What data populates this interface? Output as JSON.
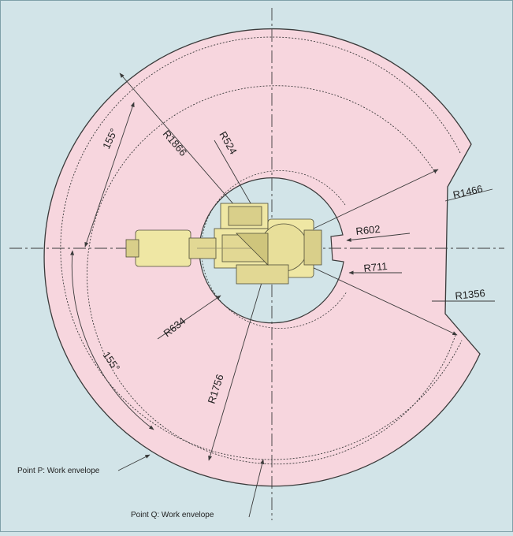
{
  "colors": {
    "background": "#d2e4e8",
    "envelope_fill": "#f7d6de",
    "line": "#3a3a3a",
    "robot_body": "#efe7a4",
    "robot_dark": "#8c8a6a"
  },
  "dimensions": {
    "r1866": "R1866",
    "r524": "R524",
    "r1466": "R1466",
    "r602": "R602",
    "r711": "R711",
    "r1356": "R1356",
    "r634": "R634",
    "r1756": "R1756",
    "angle_top": "155°",
    "angle_bottom": "155°"
  },
  "notes": {
    "point_p": "Point P: Work envelope",
    "point_q": "Point Q: Work envelope"
  }
}
